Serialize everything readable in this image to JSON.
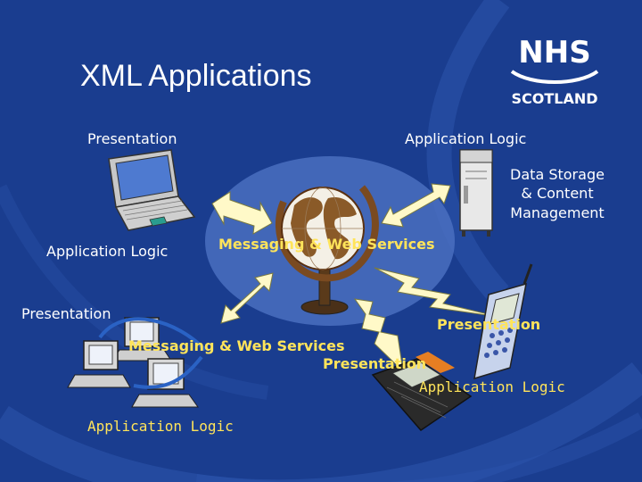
{
  "slide": {
    "title": "XML Applications",
    "brand": {
      "main": "NHS",
      "sub": "SCOTLAND"
    },
    "labels": {
      "top_presentation": "Presentation",
      "top_application_logic": "Application Logic",
      "data_storage_line1": "Data Storage",
      "data_storage_line2": "& Content",
      "data_storage_line3": "Management",
      "left_application_logic": "Application Logic",
      "center_messaging": "Messaging & Web Services",
      "left_presentation": "Presentation",
      "right_presentation": "Presentation",
      "bottom_messaging": "Messaging & Web Services",
      "center_presentation": "Presentation",
      "bottom_right_application_logic": "Application Logic",
      "bottom_left_application_logic": "Application Logic"
    },
    "colors": {
      "background": "#1a3d8f",
      "swirl": "#2e56ae",
      "center_ellipse": "#4a6fc0",
      "arrow_fill": "#fff9c8",
      "label_white": "#ffffff",
      "label_yellow": "#ffe45a"
    },
    "icons": [
      "laptop-icon",
      "server-icon",
      "globe-icon",
      "mobile-phone-icon",
      "pda-icon",
      "networked-computers-icon",
      "nhs-scotland-logo"
    ]
  }
}
